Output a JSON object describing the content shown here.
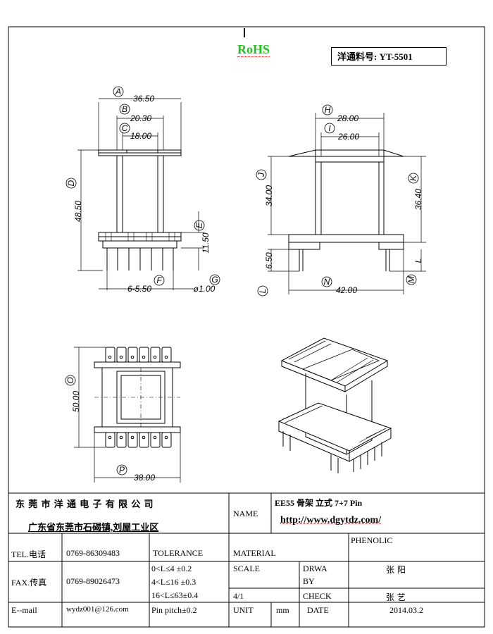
{
  "header": {
    "rohs": "RoHS",
    "part_number": "洋通料号: YT-5501"
  },
  "dimensions": {
    "A": "36.50",
    "B": "20.30",
    "C": "18.00",
    "D": "48.50",
    "E": "",
    "E_value": "11.50",
    "F": "6-5.50",
    "G": "ø1.00",
    "H": "28.00",
    "I": "26.00",
    "J": "34.00",
    "K": "36.40",
    "L": "6.50",
    "N": "42.00",
    "O": "50.00",
    "P": "38.00",
    "M_label": "L"
  },
  "callouts": {
    "A": "A",
    "B": "B",
    "C": "C",
    "D": "D",
    "E": "E",
    "F": "F",
    "G": "G",
    "H": "H",
    "I": "I",
    "J": "J",
    "K": "K",
    "L": "L",
    "M": "M",
    "N": "N",
    "O": "O",
    "P": "P"
  },
  "title_block": {
    "company": "东 莞 市 洋 通 电 子 有 限 公 司",
    "address": "广东省东莞市石碣镇,刘屋工业区",
    "name_label": "NAME",
    "product": "EE55  骨架  立式   7+7 Pin",
    "url": "http://www.dgytdz.com/",
    "tel_label": "TEL.电话",
    "tel": "0769-86309483",
    "tolerance_label": "TOLERANCE",
    "material_label": "MATERIAL",
    "material": "PHENOLIC",
    "fax_label": "FAX.传真",
    "fax": "0769-89026473",
    "tol1": "0<L≤4   ±0.2",
    "tol2": "4<L≤16  ±0.3",
    "tol3": "16<L≤63±0.4",
    "scale_label": "SCALE",
    "scale": "4/1",
    "drawn_label": "DRWA",
    "drawn_label2": "BY",
    "drawn_by": "张  阳",
    "check_label": "CHECK",
    "checked_by": "张  艺",
    "email_label": "E--mail",
    "email": "wydz001@126.com",
    "pin_pitch": "Pin pitch±0.2",
    "unit_label": "UNIT",
    "unit": "mm",
    "date_label": "DATE",
    "date": "2014.03.2"
  }
}
